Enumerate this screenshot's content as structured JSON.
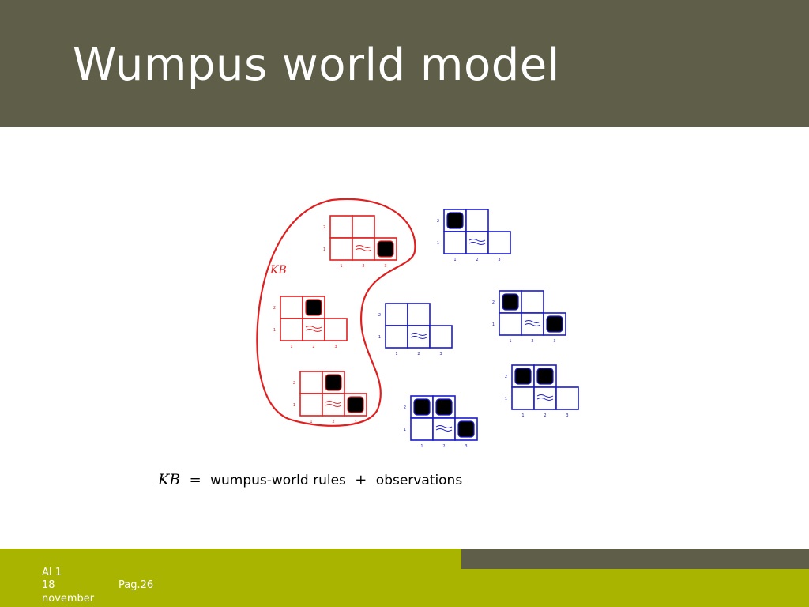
{
  "slide": {
    "title": "Wumpus world model"
  },
  "diagram": {
    "kb_label": "KB",
    "colors": {
      "kb_models": "#e02020",
      "other_models": "#1a1ad0"
    },
    "row_labels": [
      "2",
      "1"
    ],
    "col_labels": [
      "1",
      "2",
      "3"
    ],
    "icons": [
      "pit-icon",
      "breeze-icon"
    ]
  },
  "caption": {
    "kb": "KB",
    "equals": "=",
    "rules": "wumpus-world rules",
    "plus": "+",
    "observations": "observations"
  },
  "footer": {
    "course": "AI 1",
    "date": "18 november",
    "page": "Pag.26"
  }
}
